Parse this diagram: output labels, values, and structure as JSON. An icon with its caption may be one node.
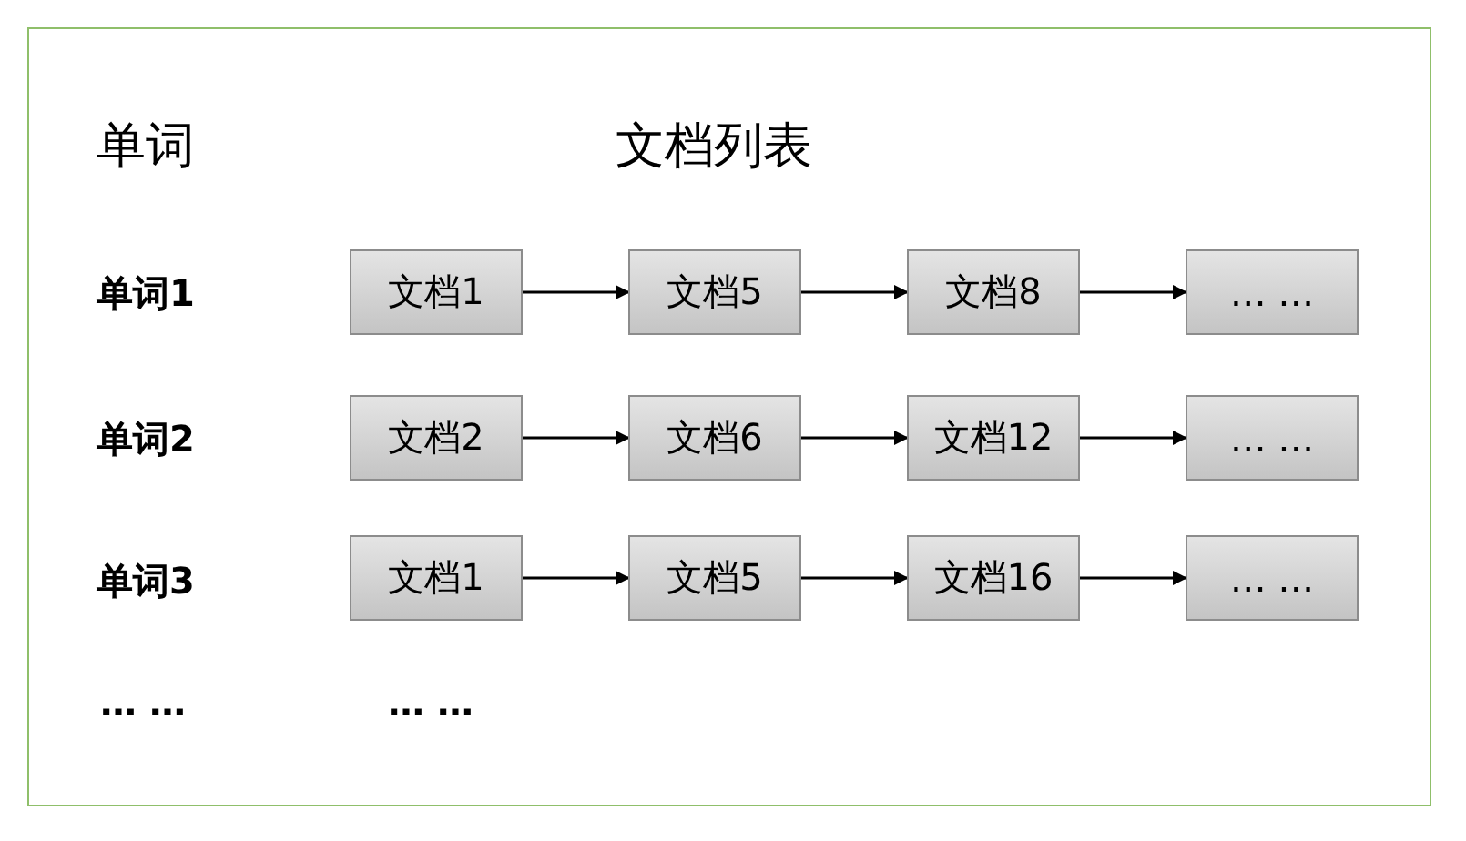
{
  "diagram": {
    "nodes": [
      {
        "text": [
          "文档1"
        ]
      },
      {
        "text": [
          "文档5"
        ]
      },
      {
        "text": [
          "文档8"
        ]
      },
      {
        "text": [
          "… …"
        ]
      },
      {
        "text": [
          "文档2"
        ]
      },
      {
        "text": [
          "文档6"
        ]
      },
      {
        "text": [
          "文档12"
        ]
      },
      {
        "text": [
          "… …"
        ]
      },
      {
        "text": [
          "文档1"
        ]
      },
      {
        "text": [
          "文档5"
        ]
      },
      {
        "text": [
          "文档16"
        ]
      },
      {
        "text": [
          "… …"
        ]
      }
    ],
    "edges": [
      {
        "from": 0,
        "to": 1,
        "arrow": "to"
      },
      {
        "from": 1,
        "to": 2,
        "arrow": "to"
      },
      {
        "from": 2,
        "to": 3,
        "arrow": "to"
      },
      {
        "from": 4,
        "to": 5,
        "arrow": "to"
      },
      {
        "from": 5,
        "to": 6,
        "arrow": "to"
      },
      {
        "from": 6,
        "to": 7,
        "arrow": "to"
      },
      {
        "from": 8,
        "to": 9,
        "arrow": "to"
      },
      {
        "from": 9,
        "to": 10,
        "arrow": "to"
      },
      {
        "from": 10,
        "to": 11,
        "arrow": "to"
      }
    ],
    "labels": [
      "单词",
      "文档列表",
      "单词1",
      "单词2",
      "单词3",
      "… …",
      "… …"
    ]
  }
}
